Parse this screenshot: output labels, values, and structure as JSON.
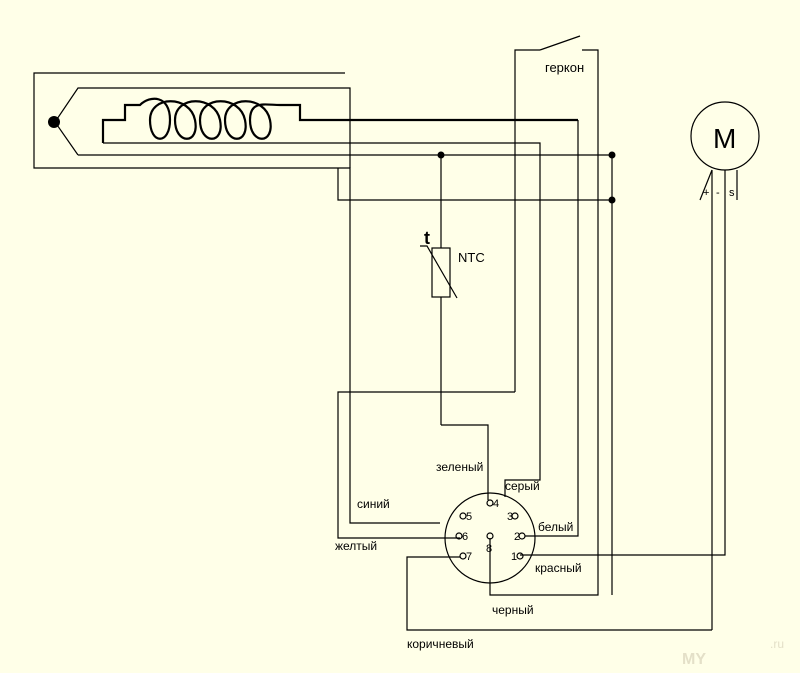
{
  "labels": {
    "gerkon": "геркон",
    "ntc": "NTC",
    "t": "t",
    "motor": "M",
    "plus": "+",
    "minus": "-",
    "s": "s",
    "zeleny": "зеленый",
    "sery": "серый",
    "siniy": "синий",
    "bely": "белый",
    "zhelty": "желтый",
    "krasny": "красный",
    "cherny": "черный",
    "korichnevy": "коричневый",
    "watermark": "MY",
    "watermark_suffix": ".ru"
  },
  "pins": [
    "4",
    "5",
    "3",
    "6",
    "2",
    "7",
    "8",
    "1"
  ]
}
